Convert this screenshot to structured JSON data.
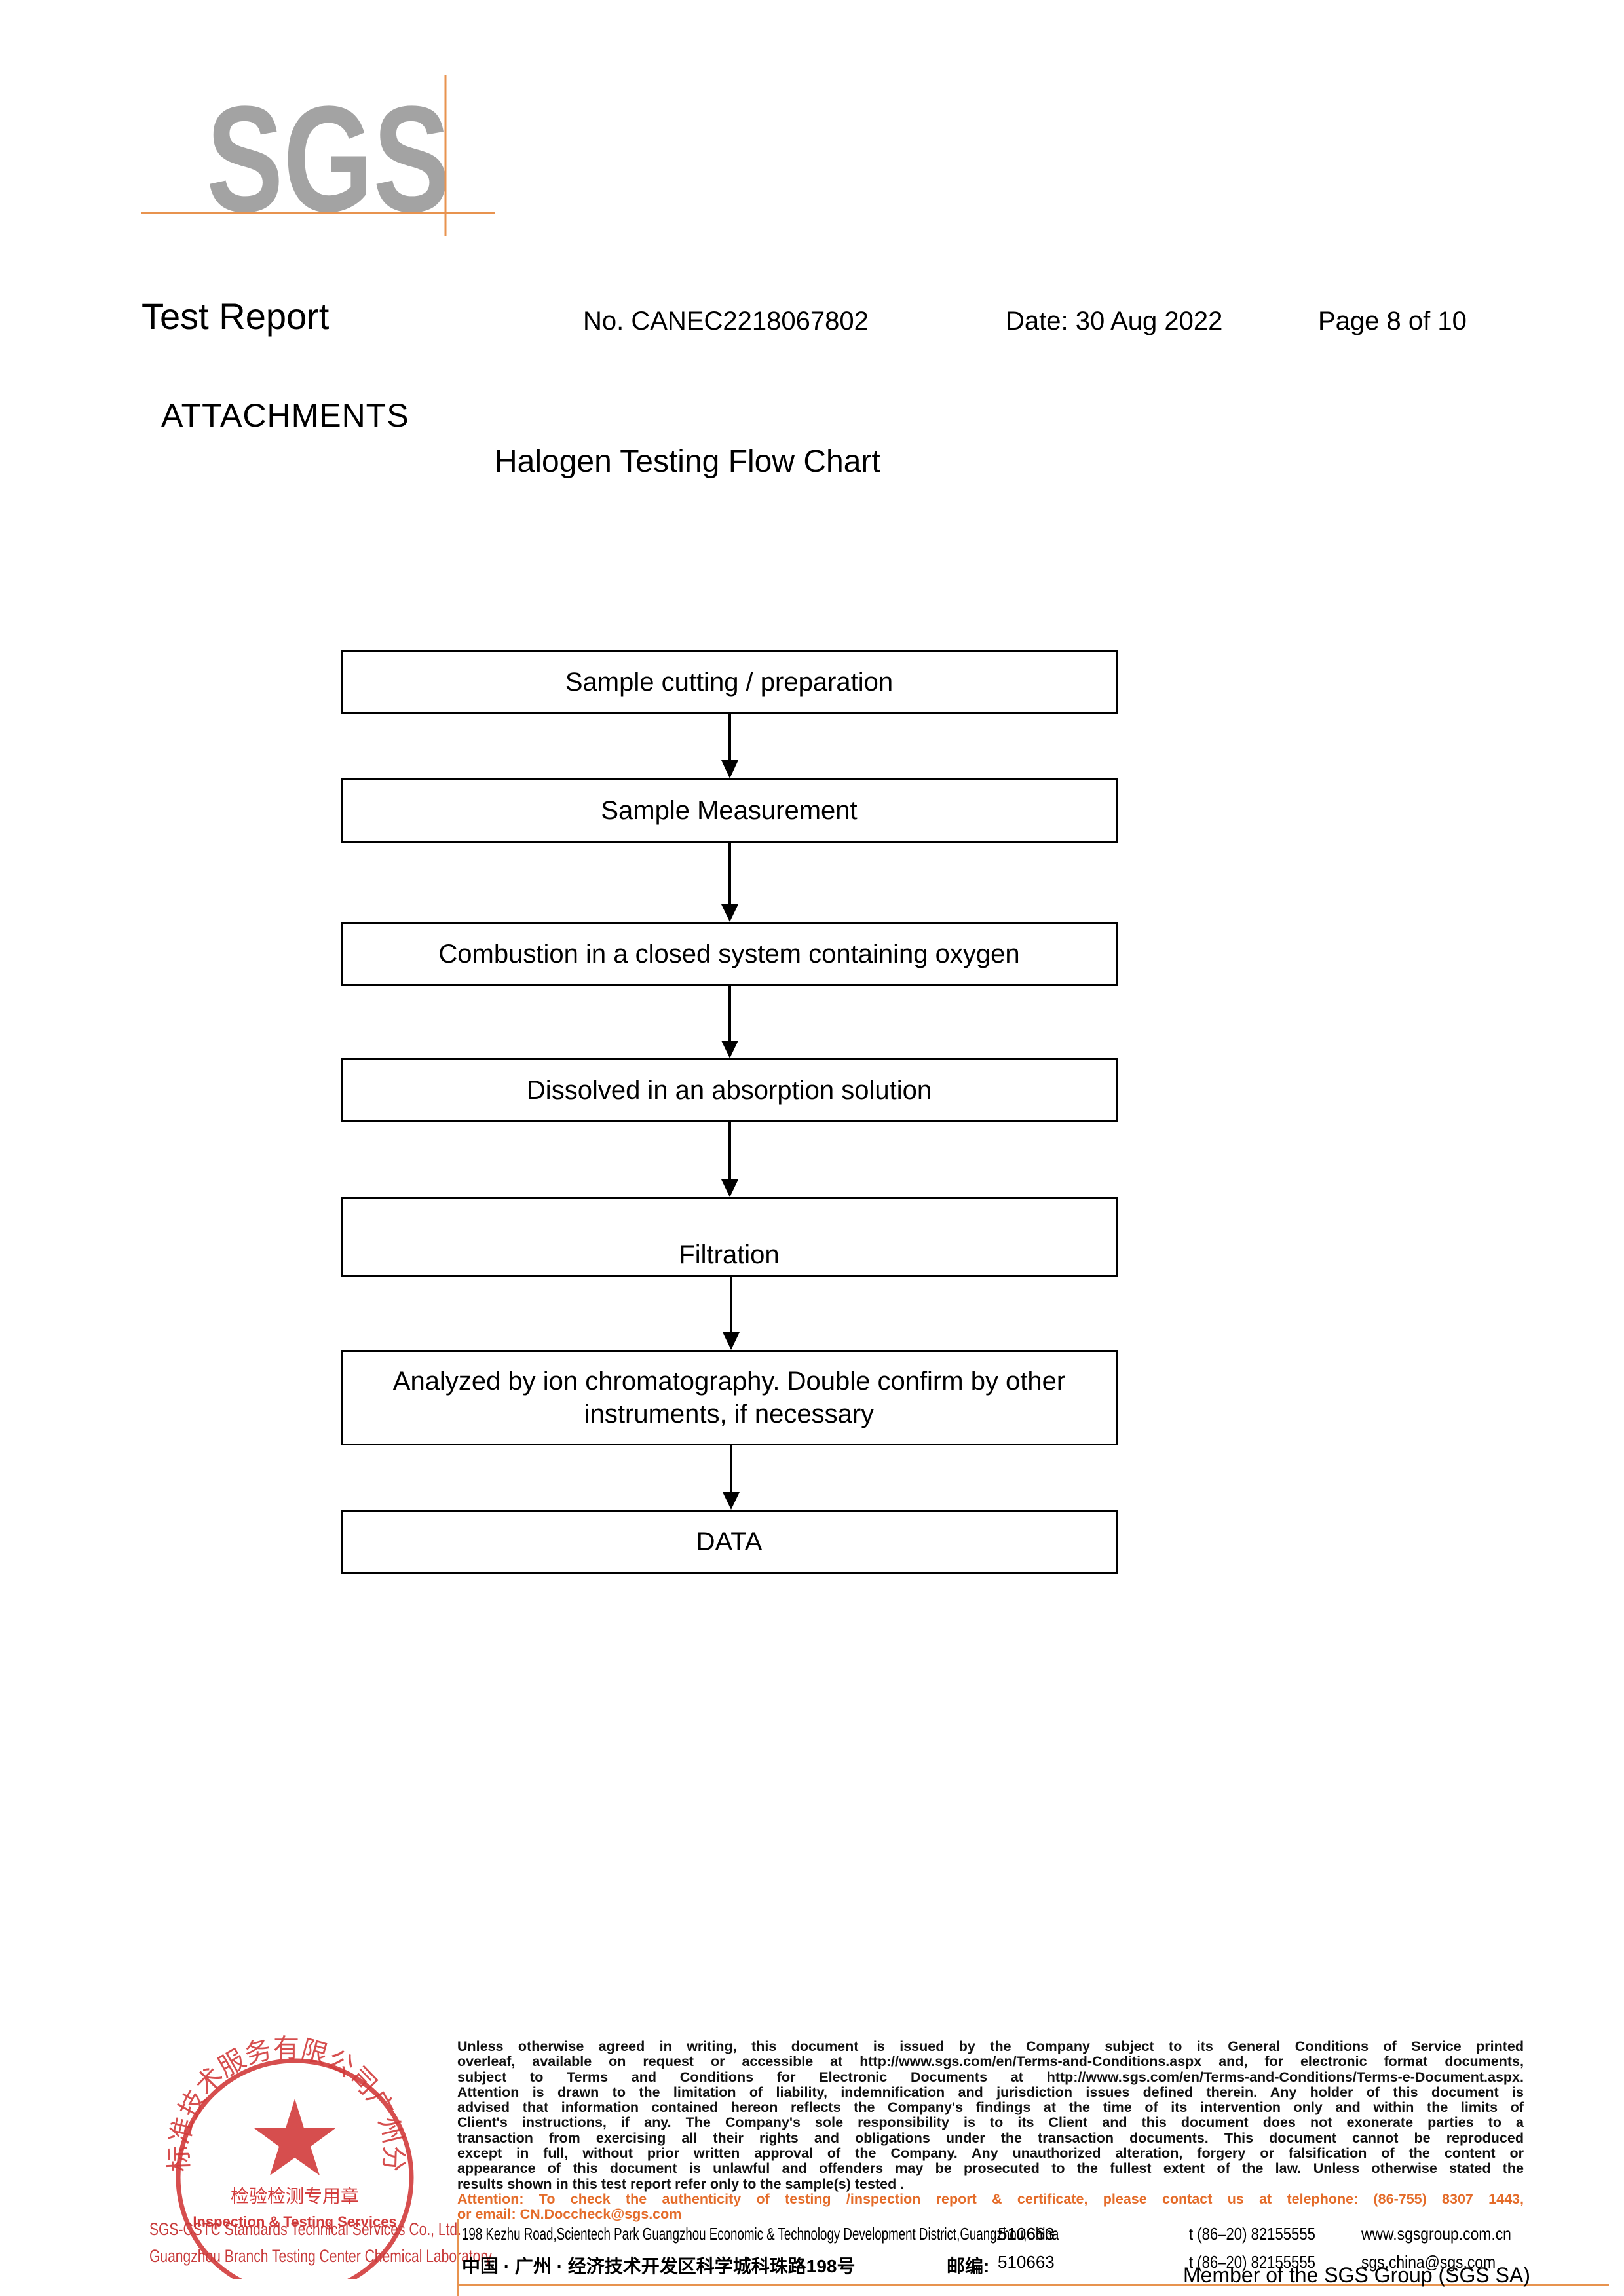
{
  "brand": {
    "logo_text": "SGS",
    "logo_color": "#a3a3a3",
    "rule_color": "#e8934f"
  },
  "header": {
    "title": "Test Report",
    "report_no": "No. CANEC2218067802",
    "date": "Date: 30 Aug 2022",
    "page": "Page 8 of 10"
  },
  "section": {
    "heading": "ATTACHMENTS",
    "chart_title": "Halogen Testing Flow Chart"
  },
  "flow": {
    "steps": [
      "Sample cutting / preparation",
      "Sample Measurement",
      "Combustion in a closed system containing oxygen",
      "Dissolved in an absorption solution",
      "Filtration",
      "Analyzed by ion chromatography. Double confirm by other instruments, if necessary",
      "DATA"
    ]
  },
  "footer": {
    "seal": {
      "ring_text": "通标标准技术服务有限公司广州分公司",
      "center_line_1": "检验检测专用章",
      "center_line_2": "Inspection & Testing Services",
      "caption_1": "SGS-CSTC Standards Technical Services Co., Ltd.",
      "caption_2": "Guangzhou Branch Testing Center Chemical Laboratory.",
      "color": "#d23b3b"
    },
    "terms_lines": [
      "Unless otherwise agreed in writing, this document is issued by the Company subject to its General Conditions of Service printed",
      "overleaf, available on request or accessible at http://www.sgs.com/en/Terms-and-Conditions.aspx and, for electronic format documents,",
      "subject to Terms and Conditions for Electronic Documents at http://www.sgs.com/en/Terms-and-Conditions/Terms-e-Document.aspx.",
      "Attention is drawn to the limitation of liability, indemnification and jurisdiction issues defined therein. Any holder of this document is",
      "advised that information contained hereon reflects the Company's findings at the time of its intervention only and within the limits of",
      "Client's instructions, if any. The Company's sole responsibility is to its Client and this document does not exonerate parties to a",
      "transaction from exercising all their rights and obligations under the transaction documents. This document cannot be reproduced",
      "except in full, without prior written approval of the Company. Any unauthorized alteration, forgery or falsification of the content or",
      "appearance of this document is unlawful and offenders may be prosecuted to the fullest extent of the law. Unless otherwise stated the",
      "results shown in this test report refer only to the sample(s) tested ."
    ],
    "attention_lines": [
      "Attention: To check the authenticity of testing /inspection report & certificate, please contact us at telephone: (86-755) 8307 1443,",
      "or email: CN.Doccheck@sgs.com"
    ],
    "address_en": "198 Kezhu Road,Scientech Park Guangzhou Economic & Technology Development District,Guangzhou,China",
    "address_cn": "中国 · 广州 · 经济技术开发区科学城科珠路198号",
    "zip_1": "510663",
    "zip_cn_label": "邮编:",
    "zip_2": "510663",
    "tel_1": "t (86–20) 82155555",
    "tel_2": "t (86–20) 82155555",
    "web": "www.sgsgroup.com.cn",
    "email": "sgs.china@sgs.com",
    "member": "Member of the SGS Group (SGS SA)"
  }
}
